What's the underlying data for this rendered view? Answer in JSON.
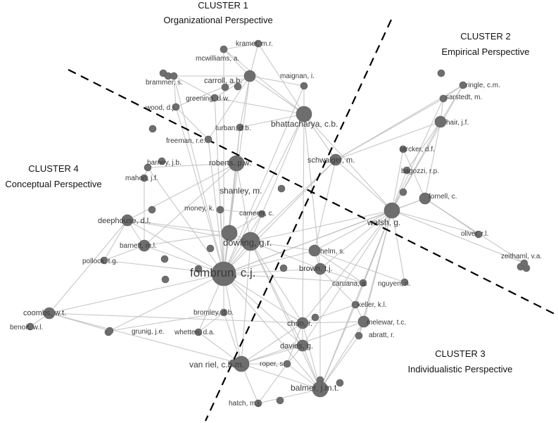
{
  "clusters": [
    {
      "id": "c1",
      "title": "CLUSTER 1",
      "subtitle": "Organizational Perspective"
    },
    {
      "id": "c2",
      "title": "CLUSTER 2",
      "subtitle": "Empirical Perspective"
    },
    {
      "id": "c3",
      "title": "CLUSTER 3",
      "subtitle": "Individualistic Perspective"
    },
    {
      "id": "c4",
      "title": "CLUSTER 4",
      "subtitle": "Conceptual Perspective"
    }
  ],
  "authors": [
    {
      "id": "fombrun",
      "label": "fombrun, c.j.",
      "weight": 5
    },
    {
      "id": "dowling",
      "label": "dowling, g.r.",
      "weight": 4
    },
    {
      "id": "shanley",
      "label": "shanley, m.",
      "weight": 3
    },
    {
      "id": "roberts",
      "label": "roberts, p.w.",
      "weight": 3
    },
    {
      "id": "walsh",
      "label": "walsh, g.",
      "weight": 3
    },
    {
      "id": "bhattacharya",
      "label": "bhattacharya, c.b.",
      "weight": 3
    },
    {
      "id": "schwaiger",
      "label": "schwaiger, m.",
      "weight": 2
    },
    {
      "id": "vanriel",
      "label": "van riel, c.b.m.",
      "weight": 3
    },
    {
      "id": "balmer",
      "label": "balmer, j.m.t.",
      "weight": 3
    },
    {
      "id": "deephouse",
      "label": "deephouse, d.l.",
      "weight": 2
    },
    {
      "id": "barnett",
      "label": "barnett, m.l.",
      "weight": 2
    },
    {
      "id": "helm",
      "label": "helm, s.",
      "weight": 2
    },
    {
      "id": "brown",
      "label": "brown, t.j.",
      "weight": 2
    },
    {
      "id": "chun",
      "label": "chun, r.",
      "weight": 2
    },
    {
      "id": "davies",
      "label": "davies, g.",
      "weight": 2
    },
    {
      "id": "melewar",
      "label": "melewar, t.c.",
      "weight": 2
    },
    {
      "id": "coombs",
      "label": "coombs, w.t.",
      "weight": 2
    },
    {
      "id": "fornell",
      "label": "fornell, c.",
      "weight": 2
    },
    {
      "id": "hair",
      "label": "hair, j.f.",
      "weight": 2
    },
    {
      "id": "ringle",
      "label": "ringle, c.m.",
      "weight": 1
    },
    {
      "id": "sarstedt",
      "label": "sarstedt, m.",
      "weight": 1
    },
    {
      "id": "larcker",
      "label": "larcker, d.f.",
      "weight": 1
    },
    {
      "id": "bagozzi",
      "label": "bagozzi, r.p.",
      "weight": 1
    },
    {
      "id": "oliver",
      "label": "oliver, r.l.",
      "weight": 1
    },
    {
      "id": "zeithaml",
      "label": "zeithaml, v.a.",
      "weight": 1
    },
    {
      "id": "kramer",
      "label": "kramer, m.r.",
      "weight": 1
    },
    {
      "id": "mcwilliams",
      "label": "mcwilliams, a.",
      "weight": 1
    },
    {
      "id": "brammer",
      "label": "brammer, s.",
      "weight": 1
    },
    {
      "id": "carroll",
      "label": "carroll, a.b.",
      "weight": 2
    },
    {
      "id": "maignan",
      "label": "maignan, i.",
      "weight": 1
    },
    {
      "id": "greening",
      "label": "greening, d.w.",
      "weight": 1
    },
    {
      "id": "wood",
      "label": "wood, d.j.",
      "weight": 1
    },
    {
      "id": "turban",
      "label": "turban, d.b.",
      "weight": 1
    },
    {
      "id": "freeman",
      "label": "freeman, r.e.",
      "weight": 1
    },
    {
      "id": "barney",
      "label": "barney, j.b.",
      "weight": 1
    },
    {
      "id": "mahon",
      "label": "mahon, j.f.",
      "weight": 1
    },
    {
      "id": "money",
      "label": "money, k.",
      "weight": 1
    },
    {
      "id": "camerer",
      "label": "camerer, c.",
      "weight": 1
    },
    {
      "id": "pollock",
      "label": "pollock, t.g.",
      "weight": 1
    },
    {
      "id": "benoit",
      "label": "benoit, w.l.",
      "weight": 1
    },
    {
      "id": "grunig",
      "label": "grunig, j.e.",
      "weight": 1
    },
    {
      "id": "whetten",
      "label": "whetten, d.a.",
      "weight": 1
    },
    {
      "id": "bromley",
      "label": "bromley, d.b.",
      "weight": 1
    },
    {
      "id": "caruana",
      "label": "caruana, a.",
      "weight": 1
    },
    {
      "id": "nguyen",
      "label": "nguyen, n.",
      "weight": 1
    },
    {
      "id": "keller",
      "label": "keller, k.l.",
      "weight": 1
    },
    {
      "id": "abratt",
      "label": "abratt, r.",
      "weight": 1
    },
    {
      "id": "roper",
      "label": "roper, s.",
      "weight": 1
    },
    {
      "id": "hatch",
      "label": "hatch, m.j.",
      "weight": 1
    }
  ],
  "links": [
    [
      "fombrun",
      "dowling"
    ],
    [
      "fombrun",
      "shanley"
    ],
    [
      "fombrun",
      "roberts"
    ],
    [
      "fombrun",
      "walsh"
    ],
    [
      "fombrun",
      "bhattacharya"
    ],
    [
      "fombrun",
      "schwaiger"
    ],
    [
      "fombrun",
      "vanriel"
    ],
    [
      "fombrun",
      "balmer"
    ],
    [
      "fombrun",
      "deephouse"
    ],
    [
      "fombrun",
      "barnett"
    ],
    [
      "fombrun",
      "helm"
    ],
    [
      "fombrun",
      "brown"
    ],
    [
      "fombrun",
      "chun"
    ],
    [
      "fombrun",
      "davies"
    ],
    [
      "fombrun",
      "coombs"
    ],
    [
      "fombrun",
      "carroll"
    ],
    [
      "fombrun",
      "turban"
    ],
    [
      "fombrun",
      "freeman"
    ],
    [
      "fombrun",
      "barney"
    ],
    [
      "fombrun",
      "money"
    ],
    [
      "fombrun",
      "camerer"
    ],
    [
      "fombrun",
      "pollock"
    ],
    [
      "fombrun",
      "whetten"
    ],
    [
      "fombrun",
      "bromley"
    ],
    [
      "fombrun",
      "grunig"
    ],
    [
      "fombrun",
      "caruana"
    ],
    [
      "fombrun",
      "fornell"
    ],
    [
      "fombrun",
      "greening"
    ],
    [
      "fombrun",
      "maignan"
    ],
    [
      "fombrun",
      "brammer"
    ],
    [
      "fombrun",
      "mcwilliams"
    ],
    [
      "fombrun",
      "wood"
    ],
    [
      "dowling",
      "shanley"
    ],
    [
      "dowling",
      "roberts"
    ],
    [
      "dowling",
      "walsh"
    ],
    [
      "dowling",
      "helm"
    ],
    [
      "dowling",
      "vanriel"
    ],
    [
      "dowling",
      "balmer"
    ],
    [
      "dowling",
      "deephouse"
    ],
    [
      "dowling",
      "bhattacharya"
    ],
    [
      "dowling",
      "schwaiger"
    ],
    [
      "dowling",
      "chun"
    ],
    [
      "dowling",
      "davies"
    ],
    [
      "dowling",
      "brown"
    ],
    [
      "walsh",
      "schwaiger"
    ],
    [
      "walsh",
      "helm"
    ],
    [
      "walsh",
      "fornell"
    ],
    [
      "walsh",
      "hair"
    ],
    [
      "walsh",
      "bhattacharya"
    ],
    [
      "walsh",
      "zeithaml"
    ],
    [
      "walsh",
      "oliver"
    ],
    [
      "walsh",
      "larcker"
    ],
    [
      "walsh",
      "bagozzi"
    ],
    [
      "walsh",
      "ringle"
    ],
    [
      "walsh",
      "sarstedt"
    ],
    [
      "walsh",
      "caruana"
    ],
    [
      "walsh",
      "nguyen"
    ],
    [
      "walsh",
      "keller"
    ],
    [
      "walsh",
      "chun"
    ],
    [
      "walsh",
      "brown"
    ],
    [
      "walsh",
      "melewar"
    ],
    [
      "walsh",
      "balmer"
    ],
    [
      "walsh",
      "davies"
    ],
    [
      "walsh",
      "abratt"
    ],
    [
      "fornell",
      "larcker"
    ],
    [
      "fornell",
      "zeithaml"
    ],
    [
      "fornell",
      "oliver"
    ],
    [
      "fornell",
      "hair"
    ],
    [
      "hair",
      "ringle"
    ],
    [
      "hair",
      "sarstedt"
    ],
    [
      "ringle",
      "sarstedt"
    ],
    [
      "hair",
      "bagozzi"
    ],
    [
      "schwaiger",
      "ringle"
    ],
    [
      "schwaiger",
      "sarstedt"
    ],
    [
      "schwaiger",
      "hair"
    ],
    [
      "schwaiger",
      "helm"
    ],
    [
      "bhattacharya",
      "carroll"
    ],
    [
      "bhattacharya",
      "maignan"
    ],
    [
      "bhattacharya",
      "brown"
    ],
    [
      "bhattacharya",
      "schwaiger"
    ],
    [
      "bhattacharya",
      "greening"
    ],
    [
      "bhattacharya",
      "turban"
    ],
    [
      "bhattacharya",
      "mcwilliams"
    ],
    [
      "bhattacharya",
      "kramer"
    ],
    [
      "bhattacharya",
      "chun"
    ],
    [
      "carroll",
      "mcwilliams"
    ],
    [
      "carroll",
      "kramer"
    ],
    [
      "carroll",
      "brammer"
    ],
    [
      "carroll",
      "wood"
    ],
    [
      "carroll",
      "greening"
    ],
    [
      "carroll",
      "turban"
    ],
    [
      "carroll",
      "freeman"
    ],
    [
      "carroll",
      "maignan"
    ],
    [
      "brammer",
      "greening"
    ],
    [
      "brammer",
      "wood"
    ],
    [
      "mcwilliams",
      "kramer"
    ],
    [
      "freeman",
      "wood"
    ],
    [
      "shanley",
      "roberts"
    ],
    [
      "shanley",
      "deephouse"
    ],
    [
      "shanley",
      "barnett"
    ],
    [
      "shanley",
      "camerer"
    ],
    [
      "roberts",
      "deephouse"
    ],
    [
      "roberts",
      "barnett"
    ],
    [
      "roberts",
      "barney"
    ],
    [
      "roberts",
      "turban"
    ],
    [
      "barney",
      "mahon"
    ],
    [
      "mahon",
      "barnett"
    ],
    [
      "deephouse",
      "barnett"
    ],
    [
      "deephouse",
      "pollock"
    ],
    [
      "deephouse",
      "coombs"
    ],
    [
      "barnett",
      "pollock"
    ],
    [
      "coombs",
      "benoit"
    ],
    [
      "coombs",
      "grunig"
    ],
    [
      "coombs",
      "chun"
    ],
    [
      "coombs",
      "vanriel"
    ],
    [
      "money",
      "camerer"
    ],
    [
      "vanriel",
      "balmer"
    ],
    [
      "vanriel",
      "chun"
    ],
    [
      "vanriel",
      "davies"
    ],
    [
      "vanriel",
      "roper"
    ],
    [
      "vanriel",
      "hatch"
    ],
    [
      "vanriel",
      "whetten"
    ],
    [
      "vanriel",
      "bromley"
    ],
    [
      "vanriel",
      "melewar"
    ],
    [
      "balmer",
      "melewar"
    ],
    [
      "balmer",
      "chun"
    ],
    [
      "balmer",
      "davies"
    ],
    [
      "balmer",
      "hatch"
    ],
    [
      "balmer",
      "roper"
    ],
    [
      "balmer",
      "keller"
    ],
    [
      "balmer",
      "abratt"
    ],
    [
      "balmer",
      "brown"
    ],
    [
      "chun",
      "davies"
    ],
    [
      "chun",
      "roper"
    ],
    [
      "chun",
      "keller"
    ],
    [
      "chun",
      "melewar"
    ],
    [
      "davies",
      "roper"
    ],
    [
      "melewar",
      "abratt"
    ],
    [
      "melewar",
      "keller"
    ],
    [
      "brown",
      "keller"
    ],
    [
      "brown",
      "caruana"
    ],
    [
      "helm",
      "caruana"
    ],
    [
      "helm",
      "nguyen"
    ],
    [
      "helm",
      "brown"
    ],
    [
      "whetten",
      "bromley"
    ],
    [
      "grunig",
      "bromley"
    ],
    [
      "hatch",
      "roper"
    ]
  ]
}
